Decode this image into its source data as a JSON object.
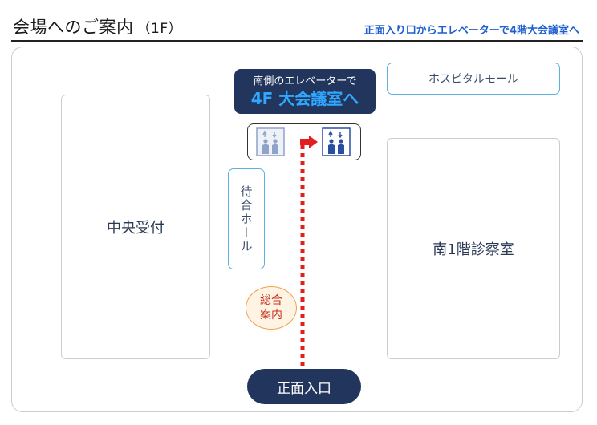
{
  "header": {
    "title": "会場へのご案内",
    "floor": "（1F）",
    "subtitle": "正面入り口からエレベーターで4階大会議室へ"
  },
  "rooms": {
    "central_reception": "中央受付",
    "south_clinic": "南1階診察室",
    "hospital_mall": "ホスピタルモール",
    "waiting_hall": "待合ホール",
    "general_info_line1": "総合",
    "general_info_line2": "案内",
    "main_entrance": "正面入口"
  },
  "notice": {
    "line1": "南側のエレベーターで",
    "line2": "4F 大会議室へ"
  },
  "colors": {
    "navy": "#22355c",
    "accent_blue": "#2fa8ff",
    "route_red": "#e31e1e",
    "elevator_active": "#2a4fa0",
    "elevator_inactive": "#8fa2c8",
    "border_blue": "#5ab0e0",
    "info_orange": "#f0a24a"
  },
  "icons": {
    "elevator_inactive": "elevator-icon",
    "elevator_active": "elevator-icon",
    "route_arrow": "arrow-right-icon"
  }
}
